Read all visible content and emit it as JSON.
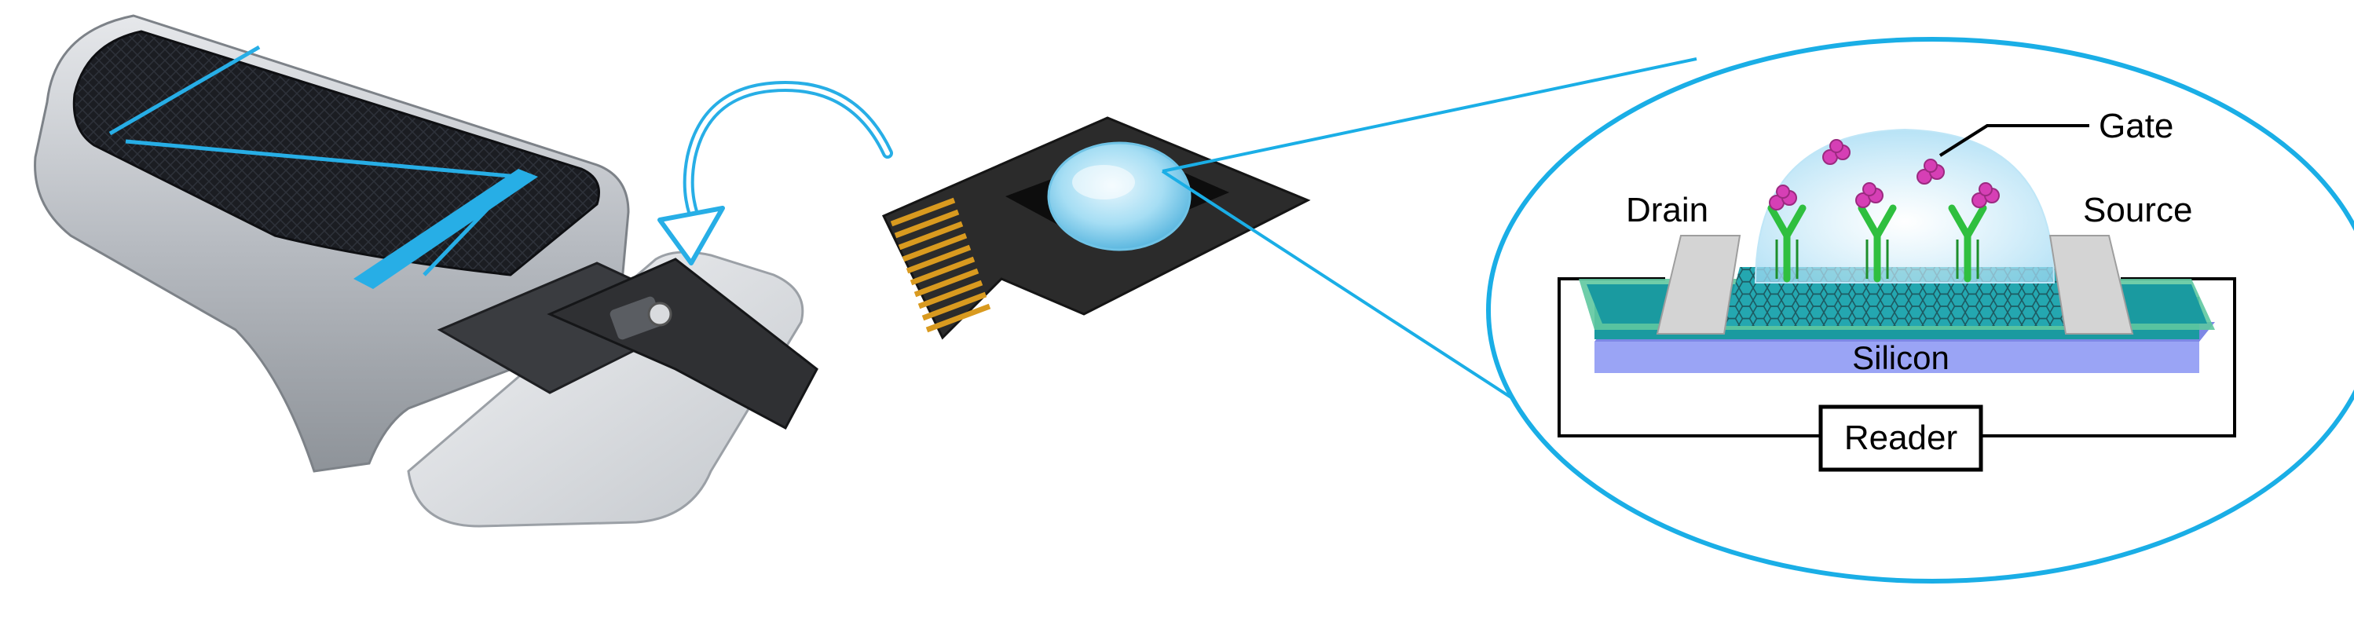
{
  "labels": {
    "gate": "Gate",
    "drain": "Drain",
    "source": "Source",
    "silicon": "Silicon",
    "reader": "Reader"
  },
  "colors": {
    "callout_outline": "#1aaee6",
    "device_body": "#b9bdc3",
    "device_panel": "#1c1d21",
    "device_accent": "#27aee6",
    "chip_card": "#2b2b2b",
    "chip_contacts": "#d99a1f",
    "droplet": "#8fd3f0",
    "substrate_teal": "#1a9aa0",
    "silicon_layer": "#9aa4f5",
    "electrode": "#cccccc",
    "antibody": "#2fbf3f",
    "antigen": "#d63fb5",
    "graphene_mesh": "#2a6b73"
  },
  "icons": {
    "device": "handheld-reader-device-icon",
    "chip": "sensor-chip-card-icon",
    "arrow": "curved-insert-arrow-icon"
  }
}
